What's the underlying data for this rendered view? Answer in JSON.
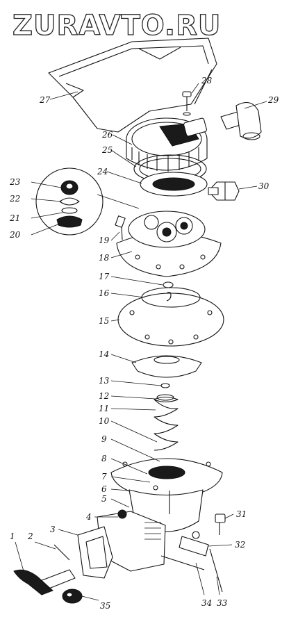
{
  "watermark": "ZURAVTO.RU",
  "callouts": [
    {
      "id": "1",
      "text": "1"
    },
    {
      "id": "2",
      "text": "2"
    },
    {
      "id": "3",
      "text": "3"
    },
    {
      "id": "4",
      "text": "4"
    },
    {
      "id": "5",
      "text": "5"
    },
    {
      "id": "6",
      "text": "6"
    },
    {
      "id": "7",
      "text": "7"
    },
    {
      "id": "8",
      "text": "8"
    },
    {
      "id": "9",
      "text": "9"
    },
    {
      "id": "10",
      "text": "10"
    },
    {
      "id": "11",
      "text": "11"
    },
    {
      "id": "12",
      "text": "12"
    },
    {
      "id": "13",
      "text": "13"
    },
    {
      "id": "14",
      "text": "14"
    },
    {
      "id": "15",
      "text": "15"
    },
    {
      "id": "16",
      "text": "16"
    },
    {
      "id": "17",
      "text": "17"
    },
    {
      "id": "18",
      "text": "18"
    },
    {
      "id": "19",
      "text": "19"
    },
    {
      "id": "20",
      "text": "20"
    },
    {
      "id": "21",
      "text": "21"
    },
    {
      "id": "22",
      "text": "22"
    },
    {
      "id": "23",
      "text": "23"
    },
    {
      "id": "24",
      "text": "24"
    },
    {
      "id": "25",
      "text": "25"
    },
    {
      "id": "26",
      "text": "26"
    },
    {
      "id": "27",
      "text": "27"
    },
    {
      "id": "28",
      "text": "28"
    },
    {
      "id": "29",
      "text": "29"
    },
    {
      "id": "30",
      "text": "30"
    },
    {
      "id": "31",
      "text": "31"
    },
    {
      "id": "32",
      "text": "32"
    },
    {
      "id": "33",
      "text": "33"
    },
    {
      "id": "34",
      "text": "34"
    },
    {
      "id": "35",
      "text": "35"
    }
  ]
}
